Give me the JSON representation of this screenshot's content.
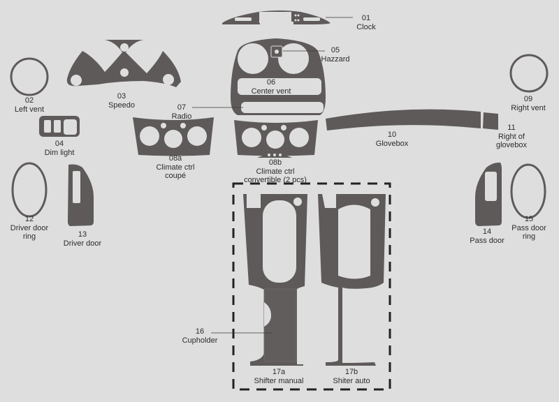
{
  "diagram": {
    "background": "#dedede",
    "part_color": "#5f5a5a",
    "parts": [
      {
        "id": "01",
        "name": "Clock"
      },
      {
        "id": "02",
        "name": "Left vent"
      },
      {
        "id": "03",
        "name": "Speedo"
      },
      {
        "id": "04",
        "name": "Dim light"
      },
      {
        "id": "05",
        "name": "Hazzard"
      },
      {
        "id": "06",
        "name": "Center vent"
      },
      {
        "id": "07",
        "name": "Radio"
      },
      {
        "id": "08a",
        "name_line1": "Climate ctrl",
        "name_line2": "coupé"
      },
      {
        "id": "08b",
        "name_line1": "Climate ctrl",
        "name_line2": "convertible (2 pcs)"
      },
      {
        "id": "09",
        "name": "Right vent"
      },
      {
        "id": "10",
        "name": "Glovebox"
      },
      {
        "id": "11",
        "name_line1": "Right of",
        "name_line2": "glovebox"
      },
      {
        "id": "12",
        "name_line1": "Driver door",
        "name_line2": "ring"
      },
      {
        "id": "13",
        "name": "Driver door"
      },
      {
        "id": "14",
        "name": "Pass door"
      },
      {
        "id": "15",
        "name_line1": "Pass door",
        "name_line2": "ring"
      },
      {
        "id": "16",
        "name": "Cupholder"
      },
      {
        "id": "17a",
        "name": "Shifter manual"
      },
      {
        "id": "17b",
        "name": "Shiter auto"
      }
    ]
  }
}
